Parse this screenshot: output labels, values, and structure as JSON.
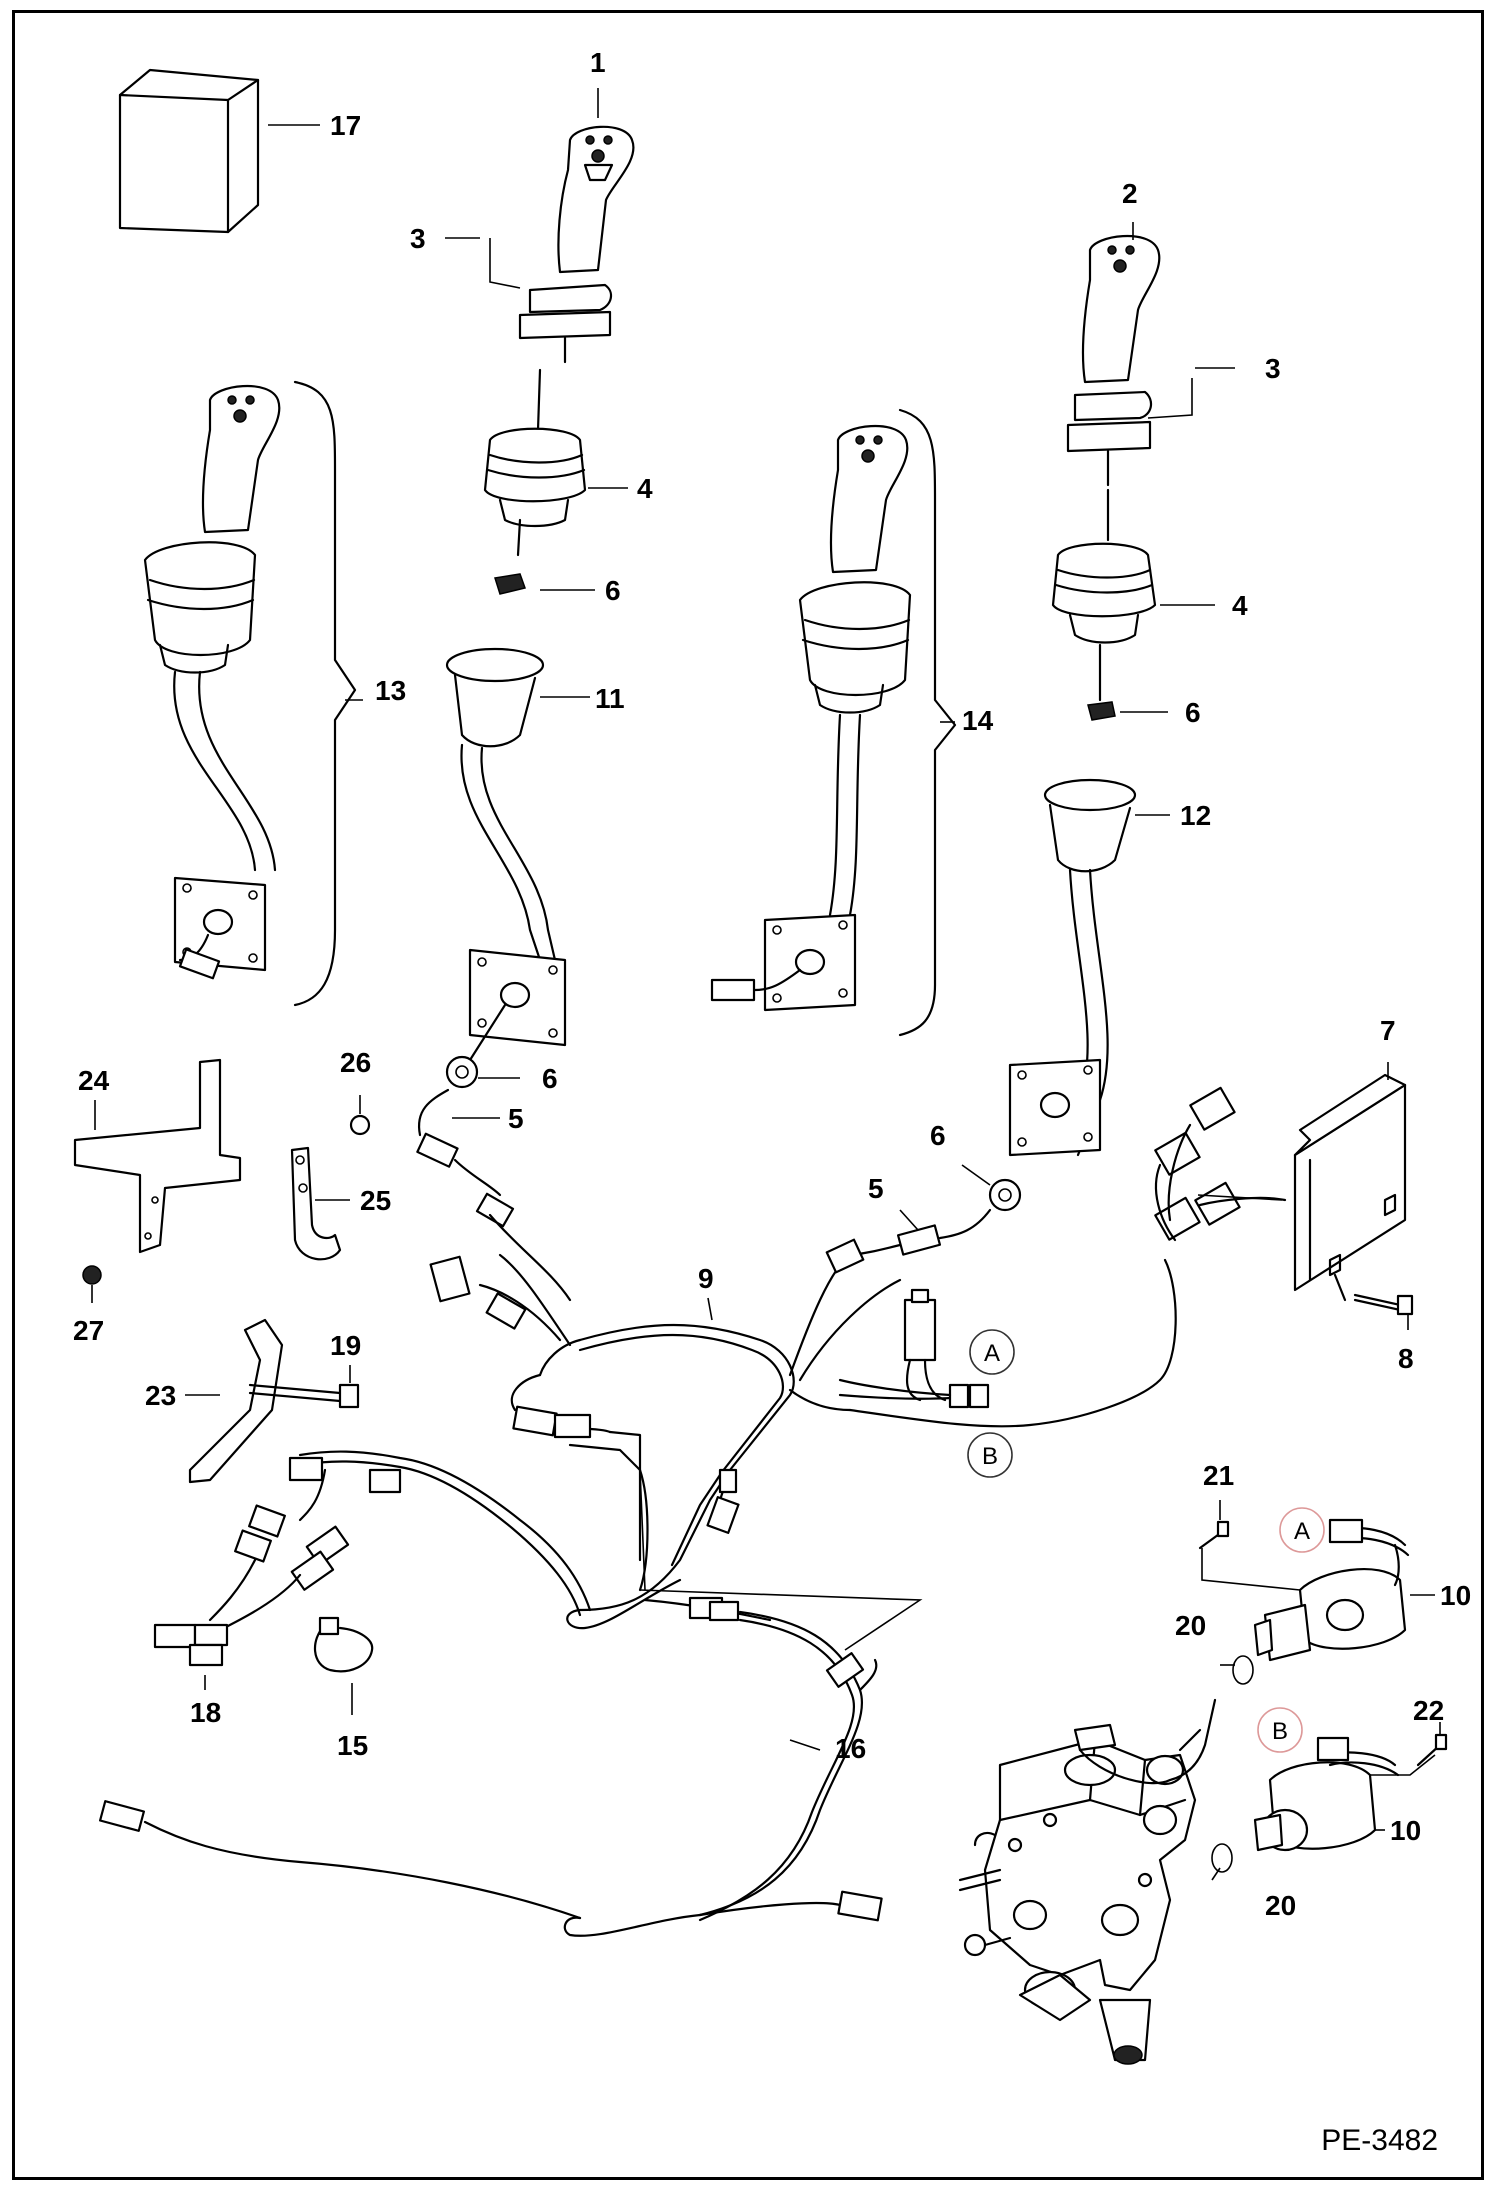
{
  "drawing_reference": "PE-3482",
  "callouts": [
    {
      "id": "c1",
      "text": "1"
    },
    {
      "id": "c2",
      "text": "2"
    },
    {
      "id": "c3a",
      "text": "3"
    },
    {
      "id": "c3b",
      "text": "3"
    },
    {
      "id": "c4a",
      "text": "4"
    },
    {
      "id": "c4b",
      "text": "4"
    },
    {
      "id": "c5a",
      "text": "5"
    },
    {
      "id": "c5b",
      "text": "5"
    },
    {
      "id": "c6a",
      "text": "6"
    },
    {
      "id": "c6b",
      "text": "6"
    },
    {
      "id": "c6c",
      "text": "6"
    },
    {
      "id": "c6d",
      "text": "6"
    },
    {
      "id": "c7",
      "text": "7"
    },
    {
      "id": "c8",
      "text": "8"
    },
    {
      "id": "c9",
      "text": "9"
    },
    {
      "id": "c10a",
      "text": "10"
    },
    {
      "id": "c10b",
      "text": "10"
    },
    {
      "id": "c11",
      "text": "11"
    },
    {
      "id": "c12",
      "text": "12"
    },
    {
      "id": "c13",
      "text": "13"
    },
    {
      "id": "c14",
      "text": "14"
    },
    {
      "id": "c15",
      "text": "15"
    },
    {
      "id": "c16",
      "text": "16"
    },
    {
      "id": "c17",
      "text": "17"
    },
    {
      "id": "c18",
      "text": "18"
    },
    {
      "id": "c19",
      "text": "19"
    },
    {
      "id": "c20a",
      "text": "20"
    },
    {
      "id": "c20b",
      "text": "20"
    },
    {
      "id": "c21",
      "text": "21"
    },
    {
      "id": "c22",
      "text": "22"
    },
    {
      "id": "c23",
      "text": "23"
    },
    {
      "id": "c24",
      "text": "24"
    },
    {
      "id": "c25",
      "text": "25"
    },
    {
      "id": "c26",
      "text": "26"
    },
    {
      "id": "c27",
      "text": "27"
    }
  ],
  "connection_markers": [
    {
      "id": "mA1",
      "text": "A"
    },
    {
      "id": "mB1",
      "text": "B"
    },
    {
      "id": "mA2",
      "text": "A"
    },
    {
      "id": "mB2",
      "text": "B"
    }
  ]
}
